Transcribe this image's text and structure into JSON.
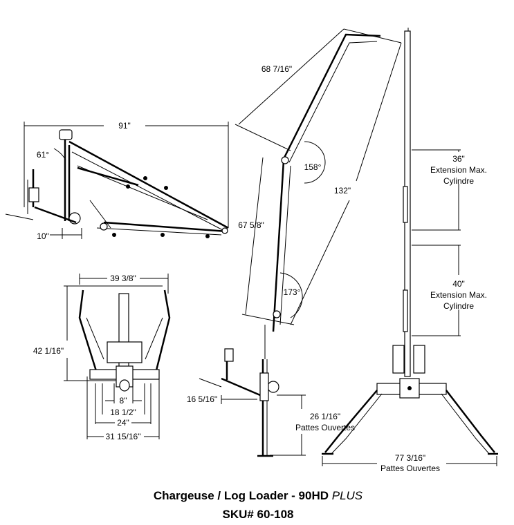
{
  "side_view": {
    "width_label": "91\"",
    "angle_label": "61°",
    "offset_label": "10\""
  },
  "front_view": {
    "width_label": "39 3/8\"",
    "height_label": "42 1/16\"",
    "dim_8": "8\"",
    "dim_18": "18 1/2\"",
    "dim_24": "24\"",
    "dim_31": "31 15/16\""
  },
  "extended_view": {
    "boom_label": "68 7/16\"",
    "angle_upper": "158°",
    "reach_label": "132\"",
    "arm_label": "67 5/8\"",
    "angle_lower": "173°",
    "offset_label": "16 5/16\"",
    "leg_height": "26 1/16\"",
    "leg_caption": "Pattes Ouvertes"
  },
  "upright_view": {
    "ext1_value": "36\"",
    "ext1_line1": "Extension Max.",
    "ext1_line2": "Cylindre",
    "ext2_value": "40\"",
    "ext2_line1": "Extension Max.",
    "ext2_line2": "Cylindre",
    "base_width": "77 3/16\"",
    "base_caption": "Pattes Ouvertes"
  },
  "title": {
    "line1_main": "Chargeuse / Log Loader - 90HD ",
    "line1_italic": "PLUS",
    "line2": "SKU# 60-108"
  }
}
